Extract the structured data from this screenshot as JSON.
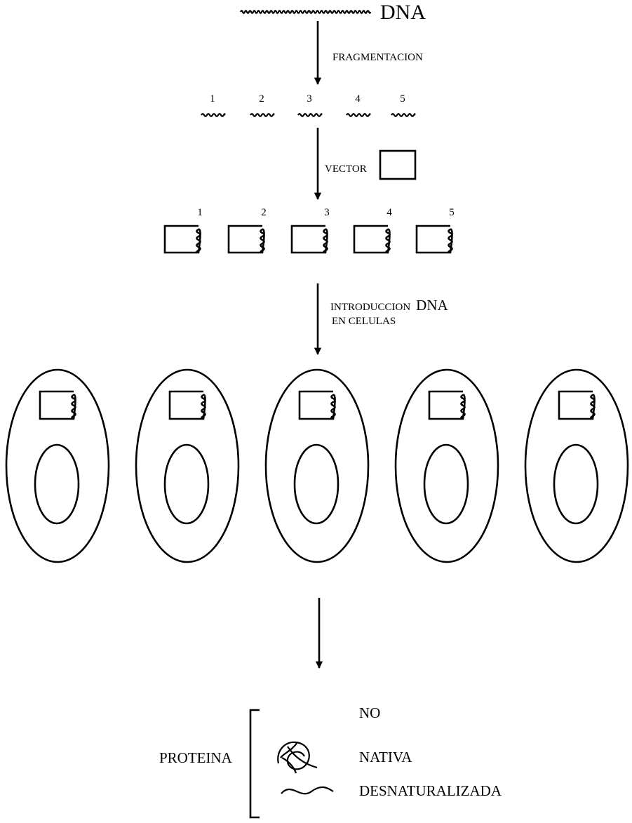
{
  "diagram": {
    "dna_label": "DNA",
    "fragmentation_label": "FRAGMENTACION",
    "fragment_numbers": [
      "1",
      "2",
      "3",
      "4",
      "5"
    ],
    "vector_label": "VECTOR",
    "clone_numbers": [
      "1",
      "2",
      "3",
      "4",
      "5"
    ],
    "introduction_label_line1_prefix": "INTRODUCCION",
    "introduction_label_line1_dna": "DNA",
    "introduction_label_line2": "EN CELULAS",
    "protein_label": "PROTEINA",
    "outcomes": [
      "NO",
      "NATIVA",
      "DESNATURALIZADA"
    ]
  }
}
